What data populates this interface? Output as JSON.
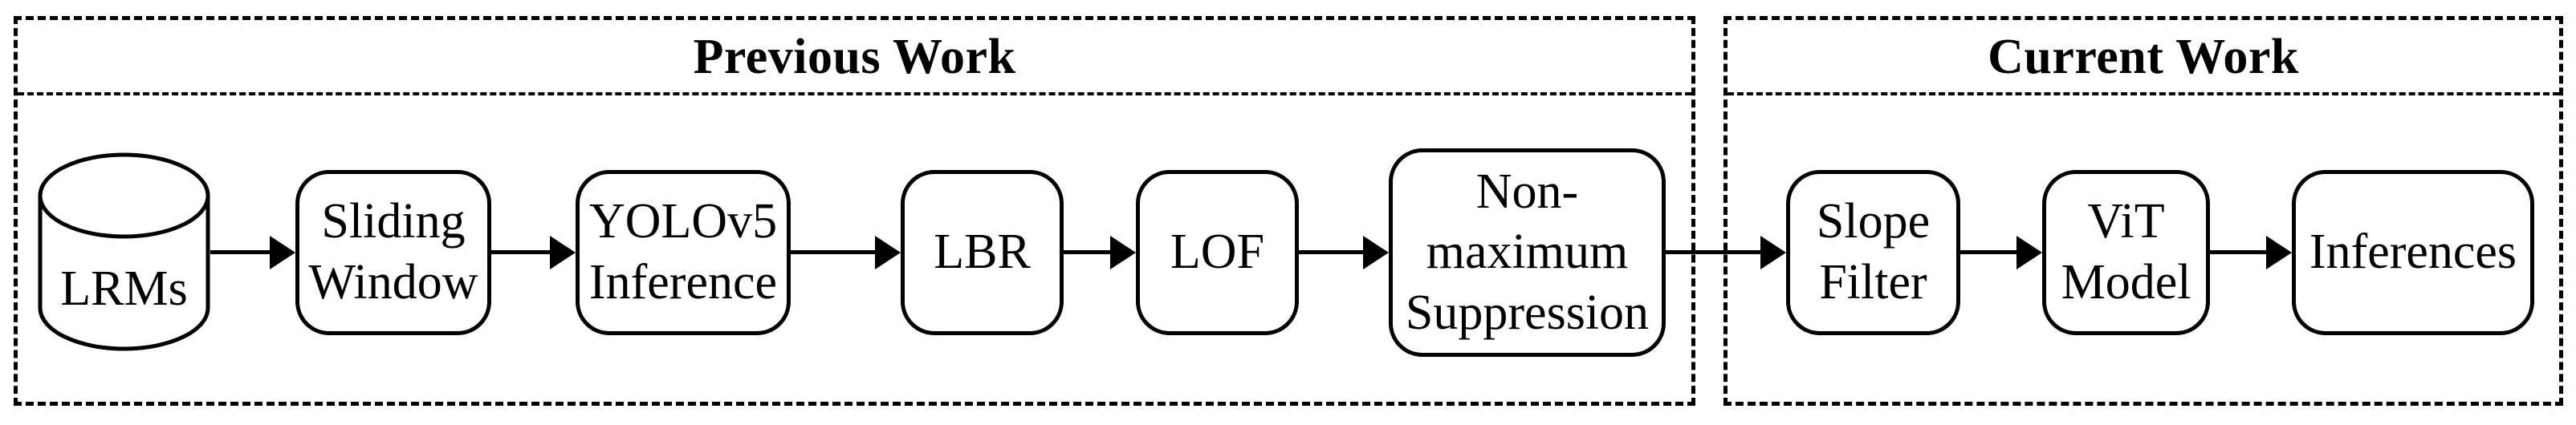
{
  "figure": {
    "type": "flowchart",
    "background_color": "#ffffff",
    "stroke_color": "#000000",
    "panels": [
      {
        "id": "previous-work",
        "title": "Previous Work"
      },
      {
        "id": "current-work",
        "title": "Current Work"
      }
    ],
    "nodes": [
      {
        "id": "lrms",
        "shape": "database-cylinder",
        "label": "LRMs",
        "panel": "previous-work"
      },
      {
        "id": "sliding-window",
        "shape": "rounded-box",
        "label": "Sliding\nWindow",
        "panel": "previous-work"
      },
      {
        "id": "yolov5-inference",
        "shape": "rounded-box",
        "label": "YOLOv5\nInference",
        "panel": "previous-work"
      },
      {
        "id": "lbr",
        "shape": "rounded-box",
        "label": "LBR",
        "panel": "previous-work"
      },
      {
        "id": "lof",
        "shape": "rounded-box",
        "label": "LOF",
        "panel": "previous-work"
      },
      {
        "id": "non-maximum-suppression",
        "shape": "rounded-box",
        "label": "Non-\nmaximum\nSuppression",
        "panel": "previous-work"
      },
      {
        "id": "slope-filter",
        "shape": "rounded-box",
        "label": "Slope\nFilter",
        "panel": "current-work"
      },
      {
        "id": "vit-model",
        "shape": "rounded-box",
        "label": "ViT\nModel",
        "panel": "current-work"
      },
      {
        "id": "inferences",
        "shape": "rounded-box",
        "label": "Inferences",
        "panel": "current-work"
      }
    ],
    "edges": [
      {
        "from": "lrms",
        "to": "sliding-window"
      },
      {
        "from": "sliding-window",
        "to": "yolov5-inference"
      },
      {
        "from": "yolov5-inference",
        "to": "lbr"
      },
      {
        "from": "lbr",
        "to": "lof"
      },
      {
        "from": "lof",
        "to": "non-maximum-suppression"
      },
      {
        "from": "non-maximum-suppression",
        "to": "slope-filter"
      },
      {
        "from": "slope-filter",
        "to": "vit-model"
      },
      {
        "from": "vit-model",
        "to": "inferences"
      }
    ]
  }
}
